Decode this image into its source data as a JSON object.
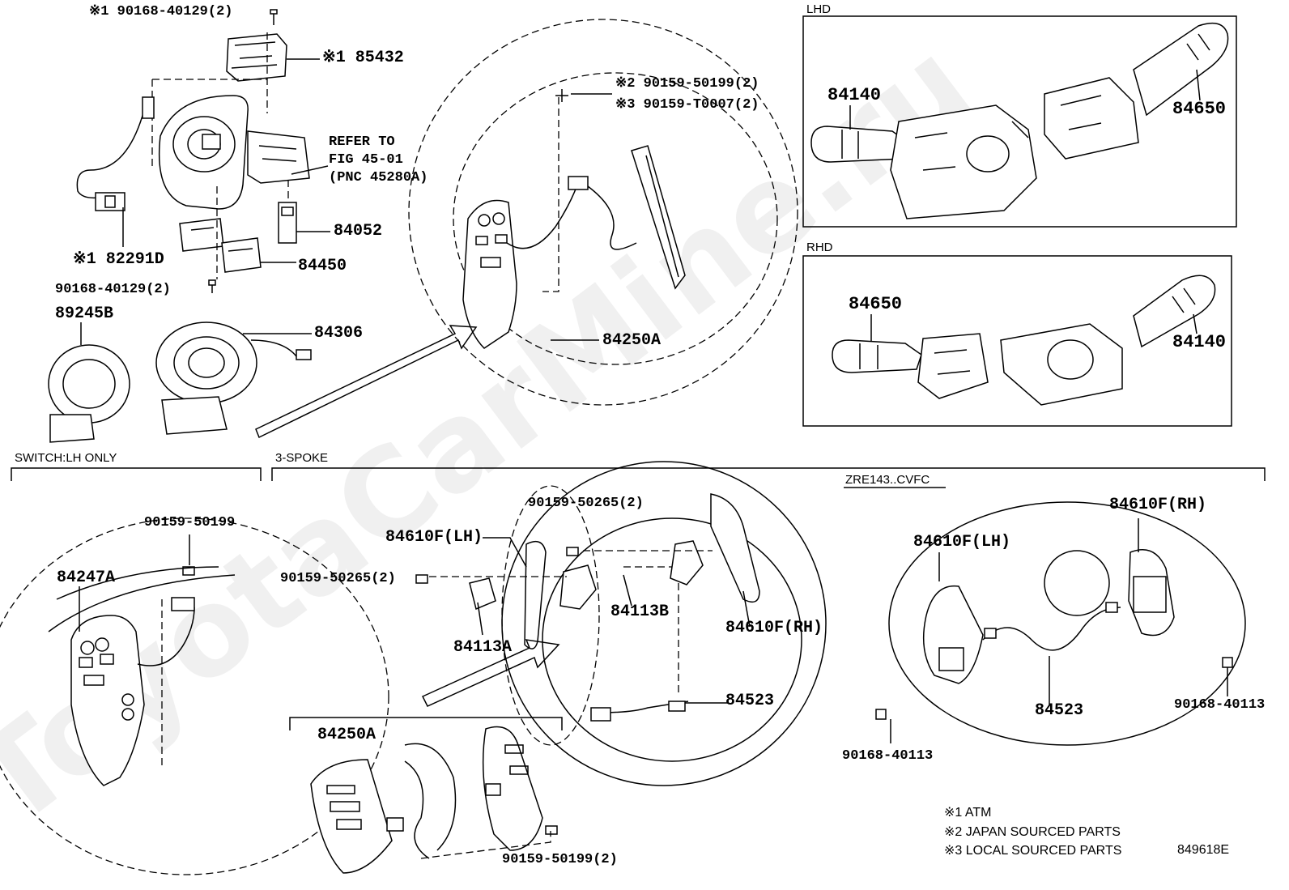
{
  "sections": {
    "lhd": "LHD",
    "rhd": "RHD",
    "switch_lh_only": "SWITCH:LH ONLY",
    "three_spoke": "3-SPOKE",
    "zre143": "ZRE143..CVFC"
  },
  "labels": {
    "bolt_top": "※1 90168-40129(2)",
    "p85432": "※1 85432",
    "refer_line1": "REFER TO",
    "refer_line2": "FIG 45-01",
    "refer_line3": "(PNC 45280A)",
    "p84052": "84052",
    "p82291d": "※1 82291D",
    "p84450": "84450",
    "bolt_mid": "90168-40129(2)",
    "p89245b": "89245B",
    "p84306": "84306",
    "screw_jp": "※2 90159-50199(2)",
    "screw_local": "※3 90159-T0007(2)",
    "p84250a_top": "84250A",
    "lhd_84140": "84140",
    "lhd_84650": "84650",
    "rhd_84650": "84650",
    "rhd_84140": "84140",
    "lh_90159_50199": "90159-50199",
    "lh_84247a": "84247A",
    "s3_90159_50265_top": "90159-50265(2)",
    "s3_84610f_lh": "84610F(LH)",
    "s3_90159_50265_left": "90159-50265(2)",
    "s3_84113b": "84113B",
    "s3_84113a": "84113A",
    "s3_84610f_rh": "84610F(RH)",
    "s3_84523": "84523",
    "s3_84250a": "84250A",
    "s3_90159_50199": "90159-50199(2)",
    "z_84610f_rh": "84610F(RH)",
    "z_84610f_lh": "84610F(LH)",
    "z_84523": "84523",
    "z_90168_40113_r": "90168-40113",
    "z_90168_40113_l": "90168-40113"
  },
  "legend": {
    "l1": "※1 ATM",
    "l2": "※2 JAPAN SOURCED PARTS",
    "l3": "※3 LOCAL SOURCED PARTS"
  },
  "figure_code": "849618E",
  "watermark": "ToyotaCarMine.ru"
}
